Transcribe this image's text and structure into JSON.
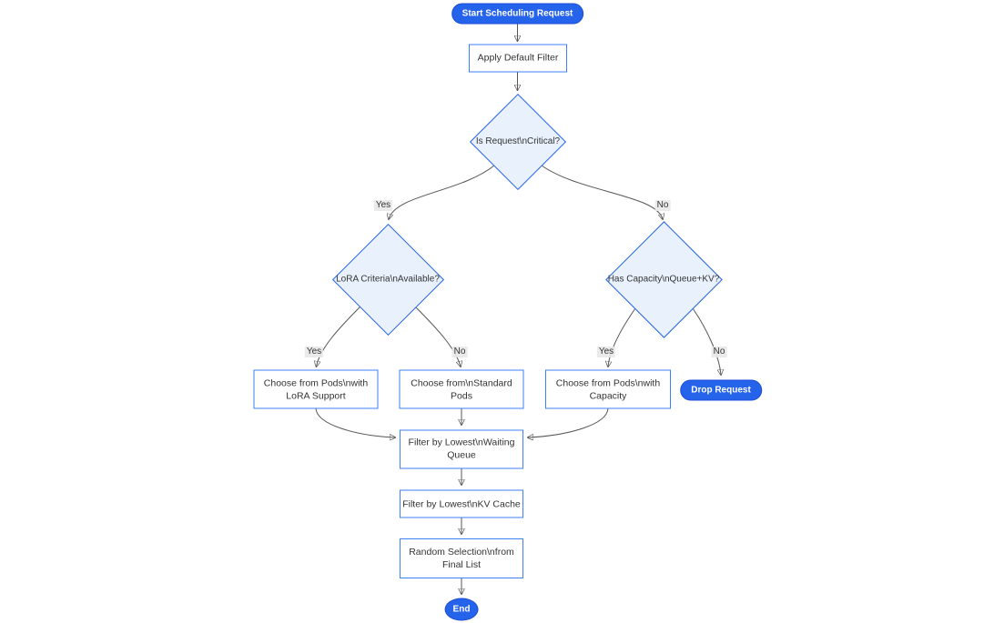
{
  "diagram": {
    "type": "flowchart",
    "nodes": {
      "start": {
        "shape": "stadium",
        "lines": [
          "Start Scheduling Request"
        ]
      },
      "apply_default_filter": {
        "shape": "rect",
        "lines": [
          "Apply Default Filter"
        ]
      },
      "is_request_critical": {
        "shape": "diamond",
        "lines": [
          "Is Request\\nCritical?"
        ]
      },
      "lora_criteria_available": {
        "shape": "diamond",
        "lines": [
          "LoRA Criteria\\nAvailable?"
        ]
      },
      "has_capacity_queue_kv": {
        "shape": "diamond",
        "lines": [
          "Has Capacity\\nQueue+KV?"
        ]
      },
      "choose_lora_pods": {
        "shape": "rect",
        "lines": [
          "Choose from Pods\\nwith",
          "LoRA Support"
        ]
      },
      "choose_standard_pods": {
        "shape": "rect",
        "lines": [
          "Choose from\\nStandard",
          "Pods"
        ]
      },
      "choose_capacity_pods": {
        "shape": "rect",
        "lines": [
          "Choose from Pods\\nwith",
          "Capacity"
        ]
      },
      "drop_request": {
        "shape": "stadium",
        "lines": [
          "Drop Request"
        ]
      },
      "filter_waiting_queue": {
        "shape": "rect",
        "lines": [
          "Filter by Lowest\\nWaiting",
          "Queue"
        ]
      },
      "filter_kv_cache": {
        "shape": "rect",
        "lines": [
          "Filter by Lowest\\nKV Cache"
        ]
      },
      "random_selection": {
        "shape": "rect",
        "lines": [
          "Random Selection\\nfrom",
          "Final List"
        ]
      },
      "end": {
        "shape": "stadium",
        "lines": [
          "End"
        ]
      }
    },
    "edge_labels": {
      "critical_yes": "Yes",
      "critical_no": "No",
      "lora_yes": "Yes",
      "lora_no": "No",
      "capacity_yes": "Yes",
      "capacity_no": "No"
    },
    "colors": {
      "terminal_fill": "#2563eb",
      "terminal_border": "#1d4ed8",
      "terminal_text": "#ffffff",
      "process_fill": "#ffffff",
      "process_border": "#3b82f6",
      "decision_fill": "#e9f2fc",
      "decision_border": "#2563eb",
      "edge_stroke": "#555555",
      "arrowhead": "#333333",
      "text": "#333333",
      "edge_label_bg": "#e8e8e8"
    }
  }
}
